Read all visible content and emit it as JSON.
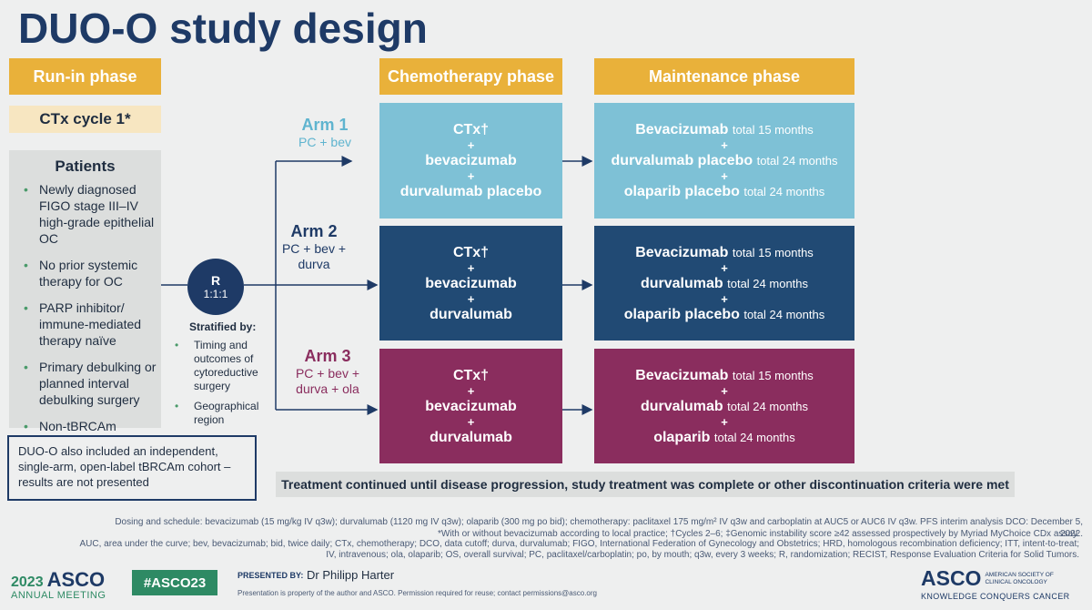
{
  "title": "DUO-O study design",
  "phases": {
    "runin": "Run-in phase",
    "chemo": "Chemotherapy phase",
    "maint": "Maintenance phase"
  },
  "cycle": "CTx cycle 1*",
  "patients": {
    "heading": "Patients",
    "items": [
      "Newly diagnosed FIGO stage III–IV high-grade epithelial OC",
      "No prior systemic therapy for OC",
      "PARP inhibitor/ immune-mediated therapy naïve",
      "Primary debulking or planned interval debulking surgery",
      "Non-tBRCAm"
    ]
  },
  "note": "DUO-O also included an independent, single-arm, open-label tBRCAm cohort – results are not presented",
  "randomization": {
    "label": "R",
    "ratio": "1:1:1"
  },
  "stratified": {
    "heading": "Stratified by:",
    "items": [
      "Timing and outcomes of cytoreductive surgery",
      "Geographical region"
    ]
  },
  "arms": [
    {
      "name": "Arm 1",
      "desc": "PC + bev",
      "color": "#5fb4cf",
      "chemo": [
        "CTx†",
        "+",
        "bevacizumab",
        "+",
        "durvalumab placebo"
      ],
      "maint": [
        {
          "drug": "Bevacizumab",
          "dur": "total 15 months"
        },
        {
          "drug": "+",
          "dur": ""
        },
        {
          "drug": "durvalumab placebo",
          "dur": "total 24 months"
        },
        {
          "drug": "+",
          "dur": ""
        },
        {
          "drug": "olaparib placebo",
          "dur": "total 24 months"
        }
      ]
    },
    {
      "name": "Arm 2",
      "desc": "PC + bev + durva",
      "color": "#1e3a66",
      "chemo": [
        "CTx†",
        "+",
        "bevacizumab",
        "+",
        "durvalumab"
      ],
      "maint": [
        {
          "drug": "Bevacizumab",
          "dur": "total 15 months"
        },
        {
          "drug": "+",
          "dur": ""
        },
        {
          "drug": "durvalumab",
          "dur": "total 24 months"
        },
        {
          "drug": "+",
          "dur": ""
        },
        {
          "drug": "olaparib placebo",
          "dur": "total 24 months"
        }
      ]
    },
    {
      "name": "Arm 3",
      "desc": "PC + bev + durva + ola",
      "color": "#8a2d5e",
      "chemo": [
        "CTx†",
        "+",
        "bevacizumab",
        "+",
        "durvalumab"
      ],
      "maint": [
        {
          "drug": "Bevacizumab",
          "dur": "total 15 months"
        },
        {
          "drug": "+",
          "dur": ""
        },
        {
          "drug": "durvalumab",
          "dur": "total 24 months"
        },
        {
          "drug": "+",
          "dur": ""
        },
        {
          "drug": "olaparib",
          "dur": "total 24 months"
        }
      ]
    }
  ],
  "treatment_bar": "Treatment continued until disease progression, study treatment was complete or other discontinuation criteria were met",
  "footnotes": [
    "Dosing and schedule: bevacizumab (15 mg/kg IV q3w); durvalumab (1120 mg IV q3w); olaparib (300 mg po bid); chemotherapy: paclitaxel 175 mg/m² IV q3w and carboplatin at AUC5 or AUC6 IV q3w. PFS interim analysis DCO: December 5, 2022.",
    "*With or without bevacizumab according to local practice; †Cycles 2–6; ‡Genomic instability score ≥42 assessed prospectively by Myriad MyChoice CDx assay.",
    "AUC, area under the curve; bev, bevacizumab; bid, twice daily; CTx, chemotherapy; DCO, data cutoff; durva, durvalumab; FIGO, International Federation of Gynecology and Obstetrics; HRD, homologous recombination deficiency; ITT, intent-to-treat;",
    "IV, intravenous; ola, olaparib; OS, overall survival; PC, paclitaxel/carboplatin; po, by mouth; q3w, every 3 weeks; R, randomization; RECIST, Response Evaluation Criteria for Solid Tumors."
  ],
  "footer": {
    "year": "2023",
    "asco": "ASCO",
    "annual": "ANNUAL MEETING",
    "hashtag": "#ASCO23",
    "presented_by": "PRESENTED BY:",
    "presenter": "Dr Philipp Harter",
    "disclaimer": "Presentation is property of the author and ASCO. Permission required for reuse; contact permissions@asco.org",
    "logo": "ASCO",
    "logo_sub1": "AMERICAN SOCIETY OF",
    "logo_sub2": "CLINICAL ONCOLOGY",
    "tagline": "KNOWLEDGE CONQUERS CANCER"
  }
}
